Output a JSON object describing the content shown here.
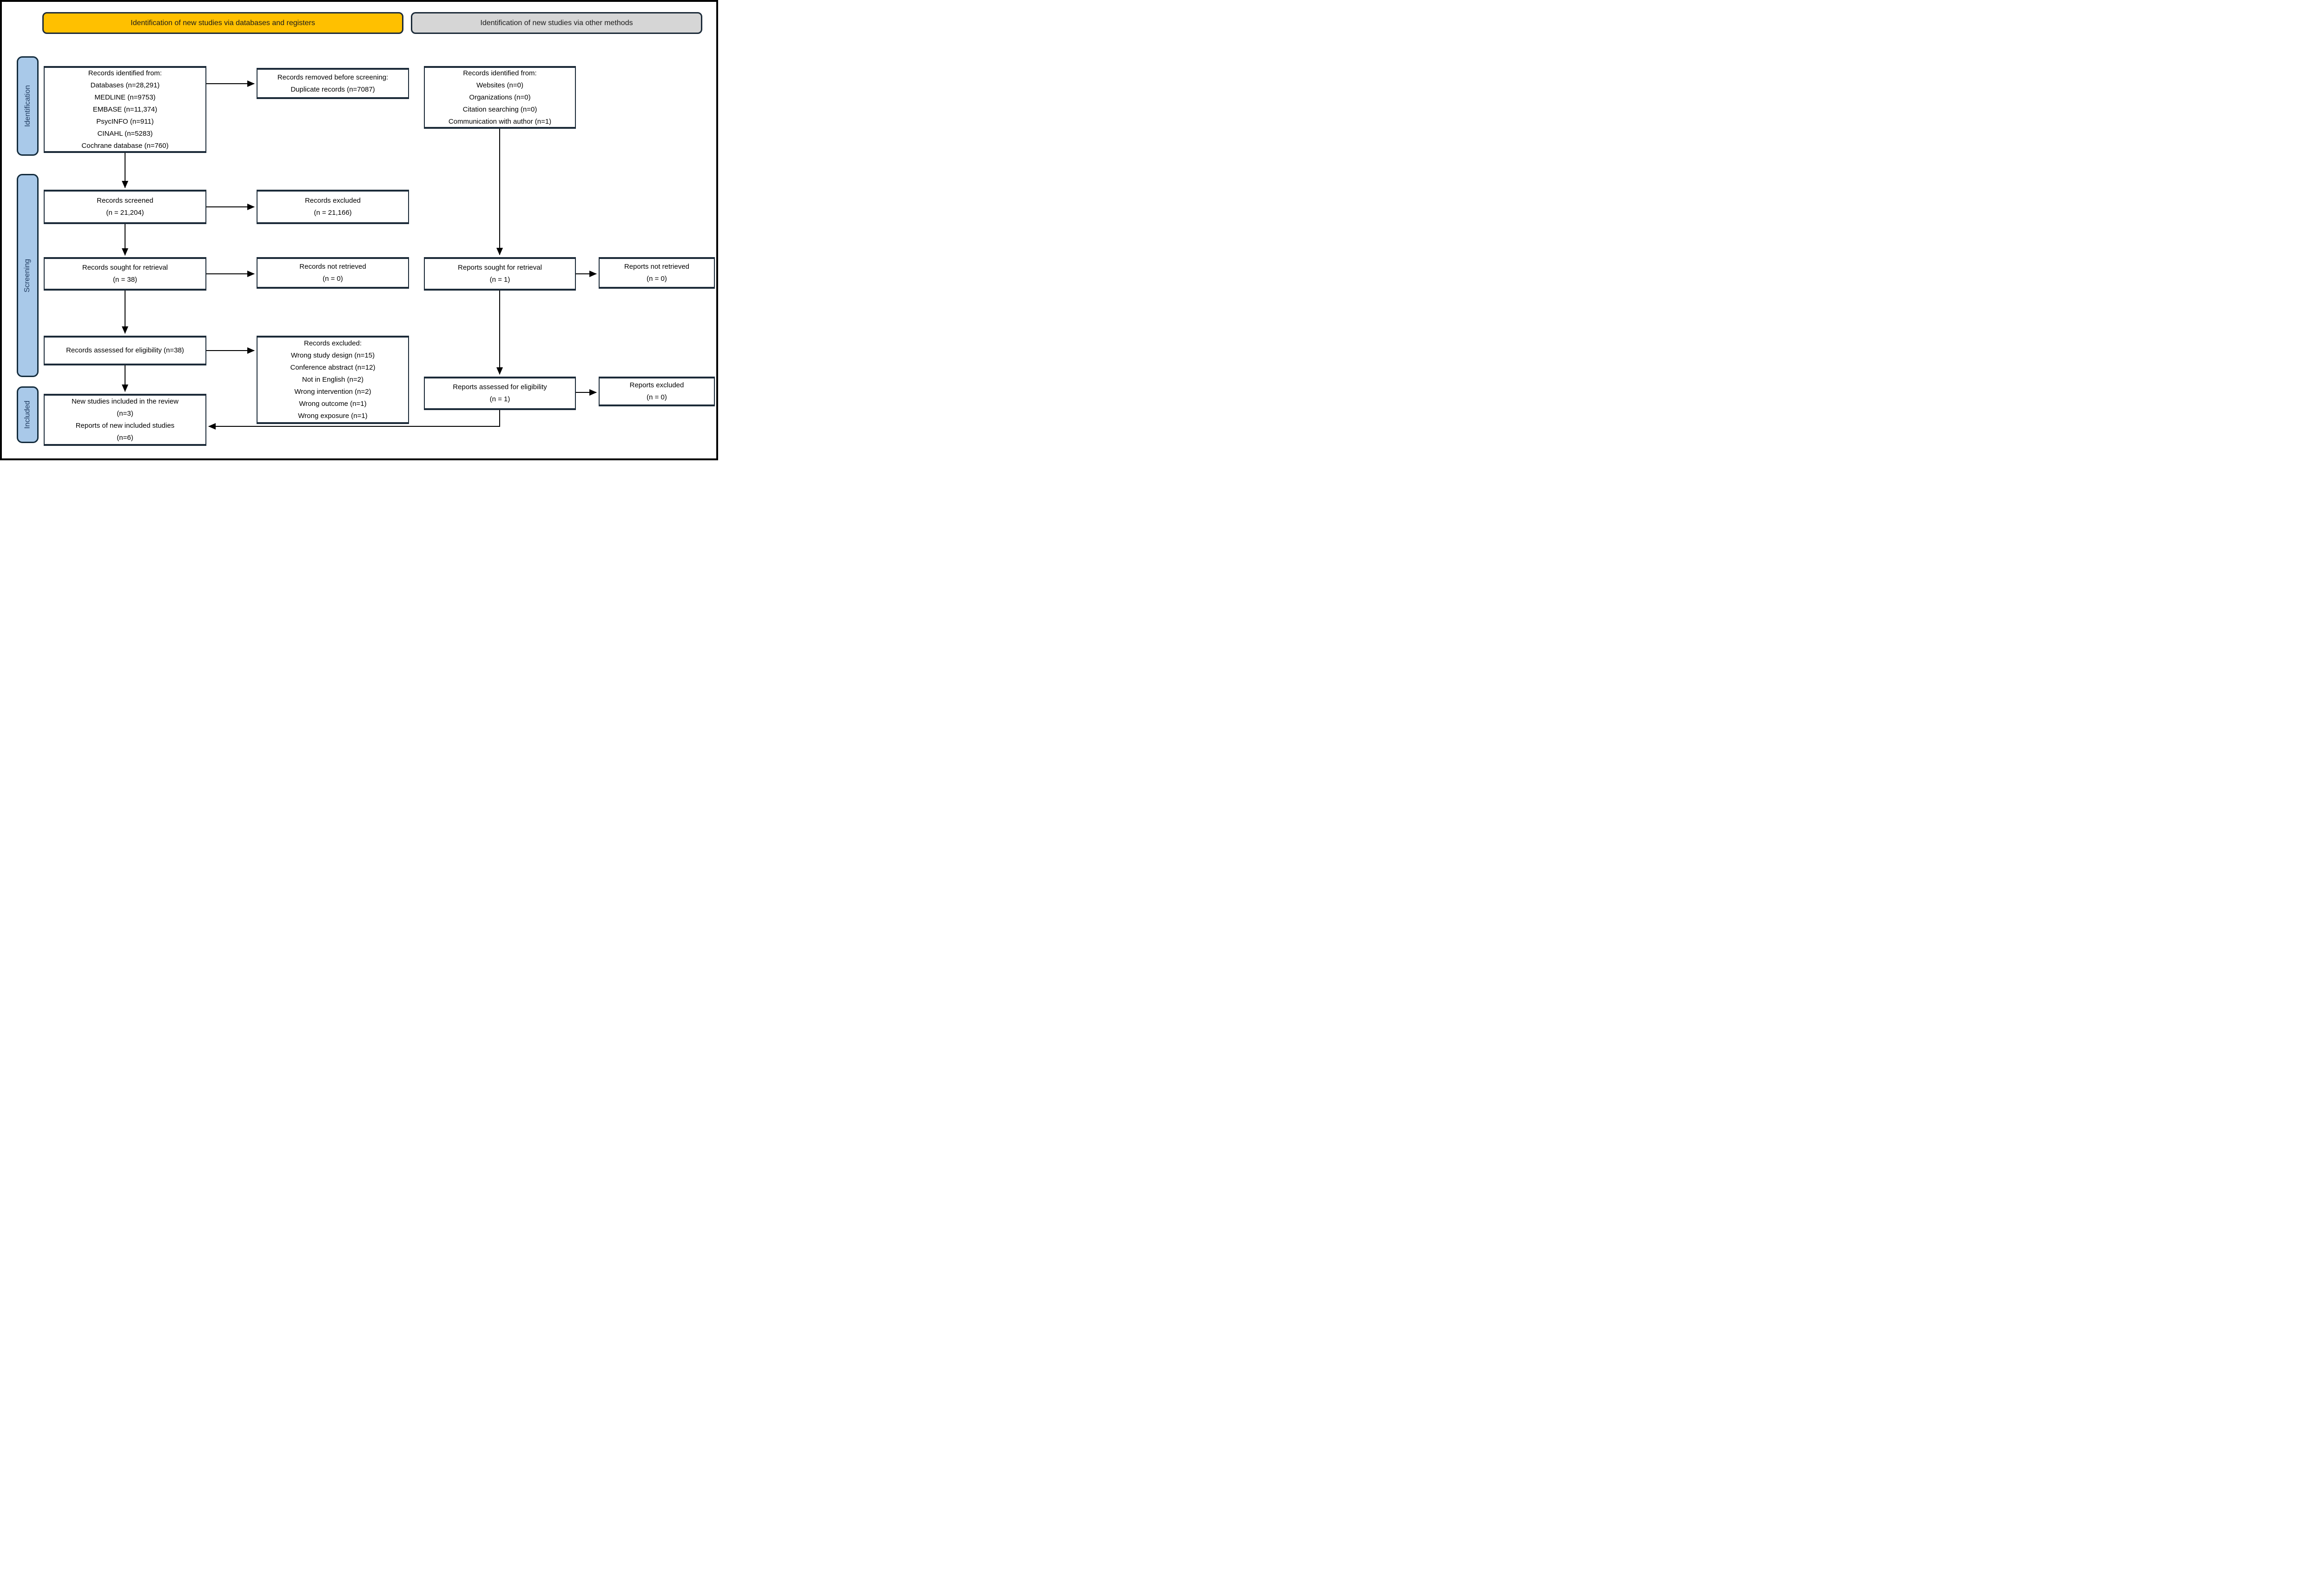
{
  "headers": {
    "databases": "Identification of new studies via databases and registers",
    "other_methods": "Identification of new studies via other methods"
  },
  "sidebar": {
    "identification": "Identification",
    "screening": "Screening",
    "included": "Included"
  },
  "colors": {
    "header_databases_bg": "#FFC000",
    "header_other_bg": "#D6D6D6",
    "sidebar_bg": "#A9C9E9",
    "box_border": "#1c2b39",
    "arrow": "#000000"
  },
  "boxes": {
    "records_identified_db": {
      "lines": [
        "Records identified from:",
        "Databases (n=28,291)",
        "MEDLINE (n=9753)",
        "EMBASE (n=11,374)",
        "PsycINFO (n=911)",
        "CINAHL (n=5283)",
        "Cochrane database (n=760)"
      ]
    },
    "records_removed": {
      "lines": [
        "Records removed before screening:",
        "Duplicate records (n=7087)"
      ]
    },
    "records_identified_other": {
      "lines": [
        "Records identified from:",
        "Websites (n=0)",
        "Organizations (n=0)",
        "Citation searching (n=0)",
        "Communication with author (n=1)"
      ]
    },
    "records_screened": {
      "lines": [
        "Records screened",
        "(n = 21,204)"
      ]
    },
    "records_excluded": {
      "lines": [
        "Records excluded",
        "(n = 21,166)"
      ]
    },
    "records_sought": {
      "lines": [
        "Records sought for retrieval",
        "(n = 38)"
      ]
    },
    "records_not_retrieved": {
      "lines": [
        "Records not retrieved",
        "(n = 0)"
      ]
    },
    "reports_sought": {
      "lines": [
        "Reports sought for retrieval",
        "(n = 1)"
      ]
    },
    "reports_not_retrieved": {
      "lines": [
        "Reports not retrieved",
        "(n = 0)"
      ]
    },
    "records_assessed": {
      "lines": [
        "Records assessed for eligibility (n=38)"
      ]
    },
    "records_excluded_reasons": {
      "lines": [
        "Records excluded:",
        "Wrong study design (n=15)",
        "Conference abstract (n=12)",
        "Not in English (n=2)",
        "Wrong intervention (n=2)",
        "Wrong outcome (n=1)",
        "Wrong exposure (n=1)"
      ]
    },
    "reports_assessed": {
      "lines": [
        "Reports assessed for eligibility",
        "(n = 1)"
      ]
    },
    "reports_excluded": {
      "lines": [
        "Reports excluded",
        "(n = 0)"
      ]
    },
    "new_studies_included": {
      "lines": [
        "New studies included in the review",
        "(n=3)",
        "Reports of new included studies",
        "(n=6)"
      ]
    }
  }
}
